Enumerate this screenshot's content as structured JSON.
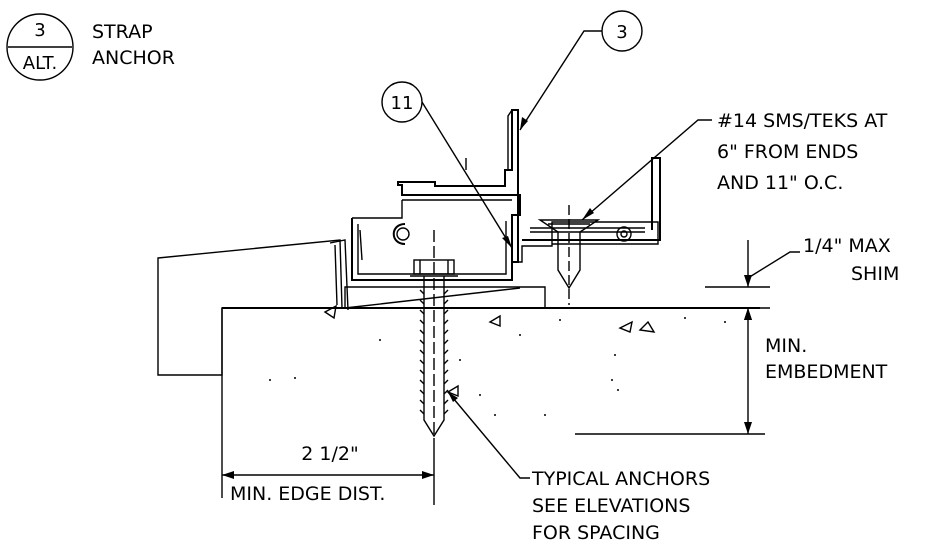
{
  "title_bubble": {
    "number": "3",
    "sub": "ALT."
  },
  "title": {
    "line1": "STRAP",
    "line2": "ANCHOR"
  },
  "callout_3": "3",
  "callout_11": "11",
  "screw_note": {
    "line1": "#14 SMS/TEKS AT",
    "line2": "6\" FROM ENDS",
    "line3": "AND 11\" O.C."
  },
  "shim_note": {
    "line1": "1/4\" MAX",
    "line2": "SHIM"
  },
  "embed_note": {
    "line1": "MIN.",
    "line2": "EMBEDMENT"
  },
  "edge_dim": {
    "value": "2 1/2\"",
    "label": "MIN. EDGE DIST."
  },
  "anchor_note": {
    "line1": "TYPICAL ANCHORS",
    "line2": "SEE ELEVATIONS",
    "line3": "FOR SPACING"
  }
}
